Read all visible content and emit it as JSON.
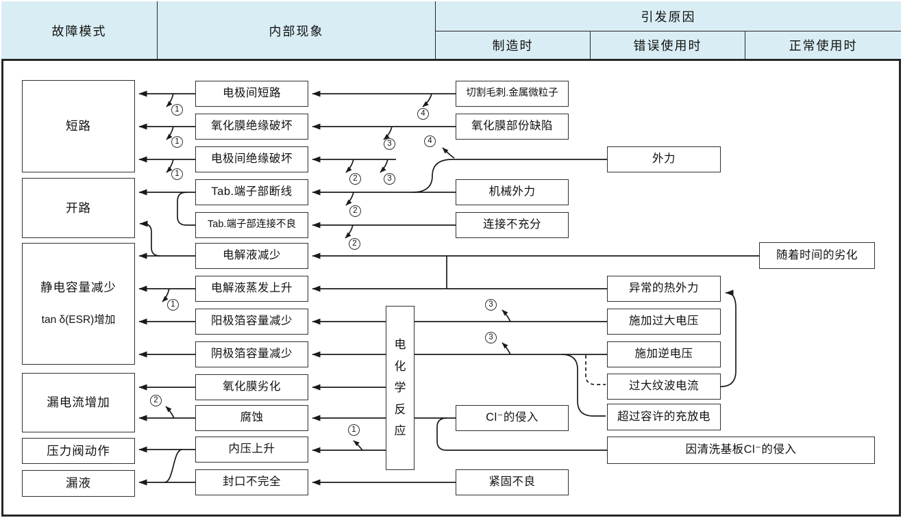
{
  "header": {
    "col_failure_mode": "故障模式",
    "col_internal": "内部现象",
    "col_causes": "引发原因",
    "sub_manufacturing": "制造时",
    "sub_misuse": "错误使用时",
    "sub_normal": "正常使用时"
  },
  "failure_modes": {
    "short_circuit": "短路",
    "open_circuit": "开路",
    "capacitance_decrease": "静电容量减少",
    "tan_delta_increase": "tan δ(ESR)增加",
    "leakage_current_increase": "漏电流增加",
    "pressure_valve_operation": "压力阀动作",
    "liquid_leakage": "漏液"
  },
  "internal_phenomena": {
    "electrode_short": "电极间短路",
    "oxide_film_insulation_breakdown": "氧化膜绝缘破坏",
    "electrode_insulation_breakdown": "电极间绝缘破坏",
    "tab_terminal_wire_break": "Tab.端子部断线",
    "tab_terminal_poor_connection": "Tab.端子部连接不良",
    "electrolyte_decrease": "电解液减少",
    "electrolyte_evaporation_rise": "电解液蒸发上升",
    "anode_foil_capacity_decrease": "阳极箔容量减少",
    "cathode_foil_capacity_decrease": "阴极箔容量减少",
    "oxide_film_degradation": "氧化膜劣化",
    "corrosion": "腐蚀",
    "internal_pressure_rise": "内压上升",
    "incomplete_sealing": "封口不完全",
    "electrochemical_reaction": "电化学反应"
  },
  "causes": {
    "manufacturing": {
      "cutting_burr_metal_particles": "切割毛刺.金属微粒子",
      "oxide_film_partial_defect": "氧化膜部份缺陷",
      "mechanical_force": "机械外力",
      "insufficient_connection": "连接不充分",
      "chloride_intrusion": "Cl⁻的侵入",
      "poor_fastening": "紧固不良"
    },
    "misuse": {
      "external_force": "外力",
      "abnormal_thermal_force": "异常的热外力",
      "excessive_voltage": "施加过大电压",
      "reverse_voltage": "施加逆电压",
      "excessive_ripple_current": "过大纹波电流",
      "charge_discharge_over_limit": "超过容许的充放电"
    },
    "normal_use": {
      "deterioration_over_time": "随着时间的劣化",
      "board_cleaning_chloride_intrusion": "因清洗基板Cl⁻的侵入"
    }
  },
  "markers": {
    "m1": "1",
    "m2": "2",
    "m3": "3",
    "m4": "4"
  },
  "colors": {
    "header_bg": "#d9edf4",
    "line": "#1a1a1a",
    "border": "#262626"
  }
}
